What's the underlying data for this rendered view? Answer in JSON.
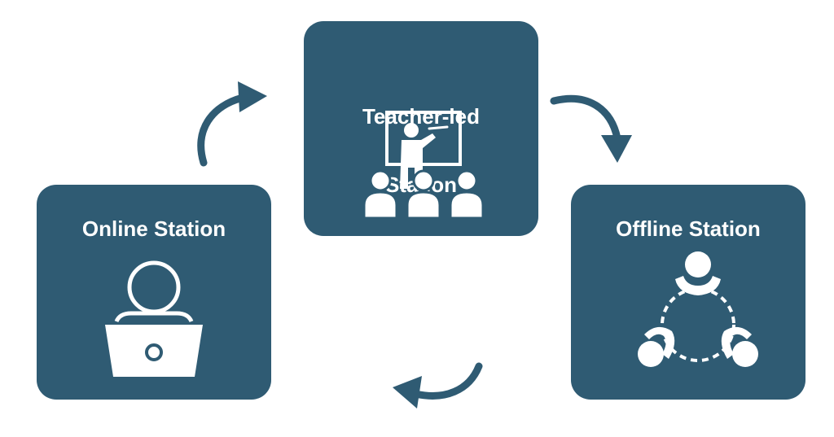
{
  "colors": {
    "box": "#2f5b73",
    "icon": "#ffffff",
    "arrow": "#2f5b73",
    "background": "#ffffff"
  },
  "stations": {
    "teacher": {
      "title_line1": "Teacher-led",
      "title_line2": "Station",
      "icon": "teacher-whiteboard-icon"
    },
    "online": {
      "title": "Online Station",
      "icon": "person-laptop-icon"
    },
    "offline": {
      "title": "Offline Station",
      "icon": "group-collaboration-icon"
    }
  }
}
